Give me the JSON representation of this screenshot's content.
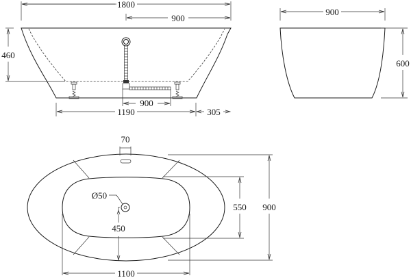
{
  "diagram": {
    "type": "technical-drawing",
    "subject": "freestanding oval bathtub",
    "side_view": {
      "overall_length": "1800",
      "half_length": "900",
      "inner_depth": "460",
      "waste_pipe_length": "900",
      "base_length": "1190",
      "end_offset": "305"
    },
    "end_view": {
      "width": "900",
      "height": "600"
    },
    "top_view": {
      "overflow_width": "70",
      "drain_diameter": "Ø50",
      "drain_offset": "450",
      "inner_width": "550",
      "outer_width": "900",
      "inner_length": "1100"
    },
    "colors": {
      "line": "#1a1a1a",
      "background": "#ffffff"
    }
  }
}
